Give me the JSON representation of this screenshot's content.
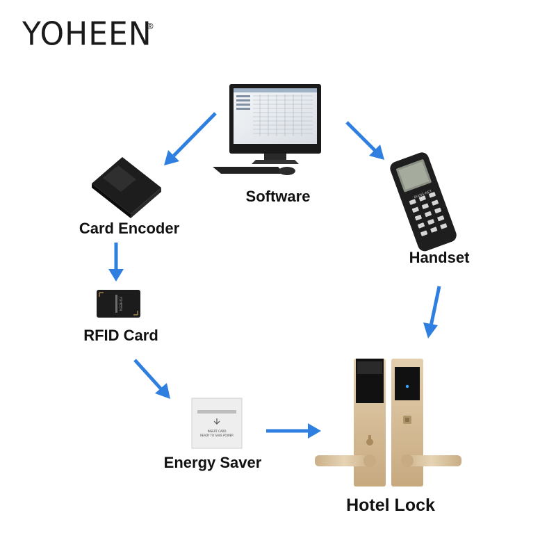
{
  "brand": {
    "name": "YOHEEN",
    "registered_mark": "®"
  },
  "nodes": {
    "software": "Software",
    "card_encoder": "Card Encoder",
    "rfid_card": "RFID Card",
    "energy_saver": "Energy Saver",
    "handset": "Handset",
    "hotel_lock": "Hotel Lock"
  },
  "energy_saver_text": [
    "INSERT CARD",
    "READY TO SAVE POWER"
  ],
  "card_brand": "YOHEEN",
  "handset_brand": "BIANS-NET",
  "colors": {
    "arrow": "#2f7fe0",
    "lock_gold": "#d9c29c",
    "device_black": "#1c1c1c"
  }
}
